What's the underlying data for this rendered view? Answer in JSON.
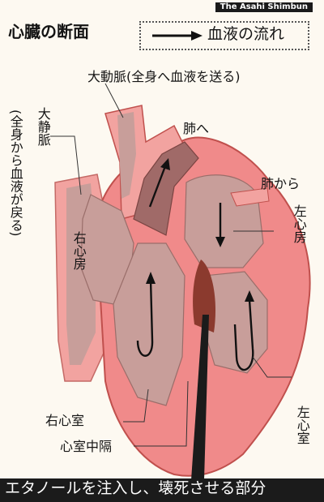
{
  "credit": "The Asahi Shimbun",
  "title": "心臓の断面",
  "legend": {
    "text": "血液の流れ",
    "icon": "right-arrow-icon"
  },
  "labels": {
    "aorta": "大動脈(全身へ血液を送る)",
    "vena_cava": "大静脈",
    "vena_cava_note": "(全身から血液が戻る)",
    "to_lungs": "肺へ",
    "from_lungs": "肺から",
    "right_atrium": "右心房",
    "left_atrium": "左心房",
    "right_ventricle": "右心室",
    "left_ventricle": "左心室",
    "septum": "心室中隔"
  },
  "caption": "エタノールを注入し、壊死させる部分",
  "colors": {
    "wall": "#f08a8a",
    "chamber": "#c89e9a",
    "dark": "#a06a68",
    "necrosis": "#8b3a2e",
    "caption_bg": "#1b1b1b"
  }
}
